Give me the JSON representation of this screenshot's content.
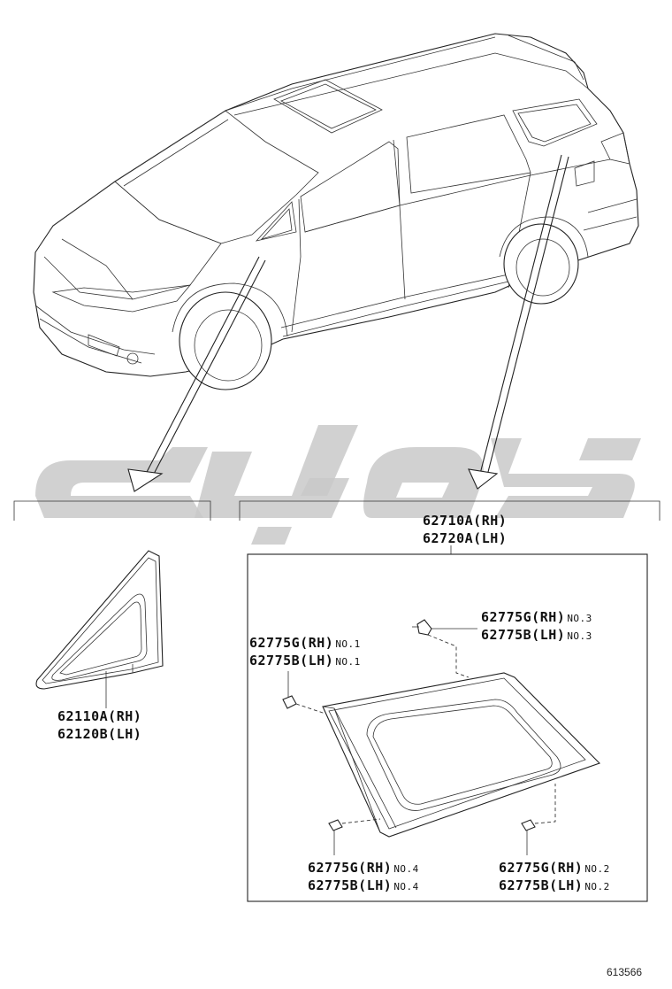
{
  "labels": {
    "quarter_front": {
      "part1": "62110A(RH)",
      "part2": "62120B(LH)"
    },
    "quarter_rear": {
      "part1": "62710A(RH)",
      "part2": "62720A(LH)"
    },
    "clip_no1": {
      "rh": "62775G(RH)",
      "rh_no": "NO.1",
      "lh": "62775B(LH)",
      "lh_no": "NO.1"
    },
    "clip_no3": {
      "rh": "62775G(RH)",
      "rh_no": "NO.3",
      "lh": "62775B(LH)",
      "lh_no": "NO.3"
    },
    "clip_no4": {
      "rh": "62775G(RH)",
      "rh_no": "NO.4",
      "lh": "62775B(LH)",
      "lh_no": "NO.4"
    },
    "clip_no2": {
      "rh": "62775G(RH)",
      "rh_no": "NO.2",
      "lh": "62775B(LH)",
      "lh_no": "NO.2"
    }
  },
  "diagram_code": "613566"
}
